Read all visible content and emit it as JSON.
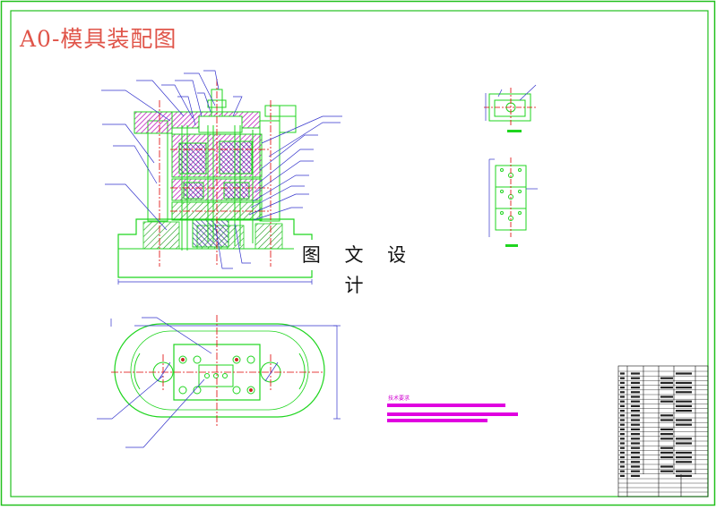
{
  "drawing": {
    "title": "A0-模具装配图",
    "watermark": "图 文 设 计",
    "notes_title": "技术要求"
  },
  "colors": {
    "frame": "#22c01e",
    "outline": "#1fd51f",
    "annotation": "#3333cc",
    "hatch": "#d020d0",
    "center": "#e00000",
    "notes": "#e000e0",
    "title": "#e0554a"
  }
}
